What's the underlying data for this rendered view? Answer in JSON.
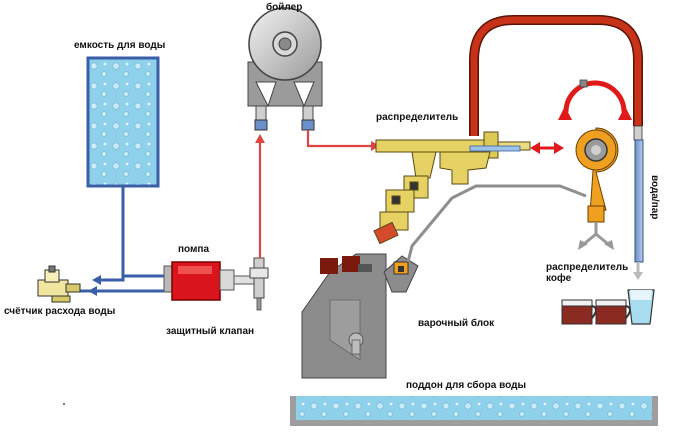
{
  "labels": {
    "water_tank": "емкость для воды",
    "boiler": "бойлер",
    "distributor": "распределитель",
    "pump": "помпа",
    "flow_meter": "счётчик расхода воды",
    "safety_valve": "защитный клапан",
    "coffee_distributor_line1": "распределитель",
    "coffee_distributor_line2": "кофе",
    "water_steam": "вода/пар",
    "brew_unit": "варочный блок",
    "drip_tray": "поддон для сбора воды"
  },
  "colors": {
    "water_line": "#3a5ea8",
    "hot_line": "#e0463f",
    "hose": "#c83218",
    "pump": "#d9141c",
    "brass": "#e6d264",
    "unit_gray": "#8c8c8c",
    "tank_fill": "#8fd0ea",
    "drip_gray": "#aaaaaa"
  }
}
